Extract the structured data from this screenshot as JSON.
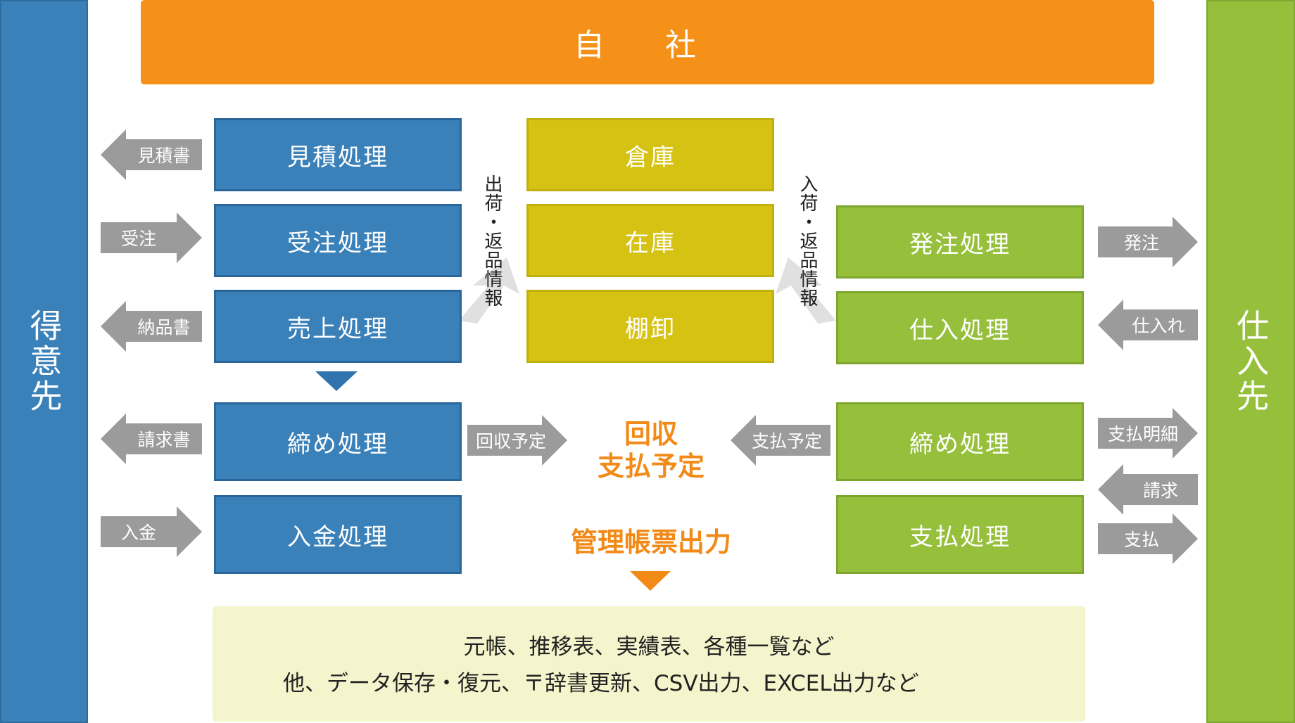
{
  "top_bar": {
    "label": "自 社"
  },
  "side_left": {
    "label": "得意先"
  },
  "side_right": {
    "label": "仕入先"
  },
  "left_boxes": {
    "estimate": "見積処理",
    "order_receive": "受注処理",
    "sales": "売上処理",
    "closing": "締め処理",
    "payment_receive": "入金処理"
  },
  "center_boxes": {
    "warehouse": "倉庫",
    "stock": "在庫",
    "inventory": "棚卸"
  },
  "right_boxes": {
    "order_place": "発注処理",
    "purchase": "仕入処理",
    "closing": "締め処理",
    "payment": "支払処理"
  },
  "left_arrows": {
    "estimate_doc": "見積書",
    "order": "受注",
    "delivery_note": "納品書",
    "invoice": "請求書",
    "deposit": "入金"
  },
  "right_arrows": {
    "order": "発注",
    "purchase_in": "仕入れ",
    "payment_statement": "支払明細",
    "billing": "請求",
    "payment": "支払"
  },
  "mid_arrows": {
    "collect_plan": "回収予定",
    "payment_plan": "支払予定"
  },
  "vertical_labels": {
    "shipment": "出荷・返品情報",
    "arrival": "入荷・返品情報"
  },
  "center_text": {
    "collect_line1": "回収",
    "collect_line2": "支払予定",
    "report_output": "管理帳票出力"
  },
  "bottom": {
    "line1": "元帳、推移表、実績表、各種一覧など",
    "line2": "他、データ保存・復元、〒辞書更新、CSV出力、EXCEL出力など"
  },
  "colors": {
    "blue": "#3a80b9",
    "yellow": "#d5c212",
    "green": "#96c03c",
    "orange": "#f59118",
    "gray_arrow": "#9b9b9b",
    "light_arrow": "#e0e0e0"
  }
}
